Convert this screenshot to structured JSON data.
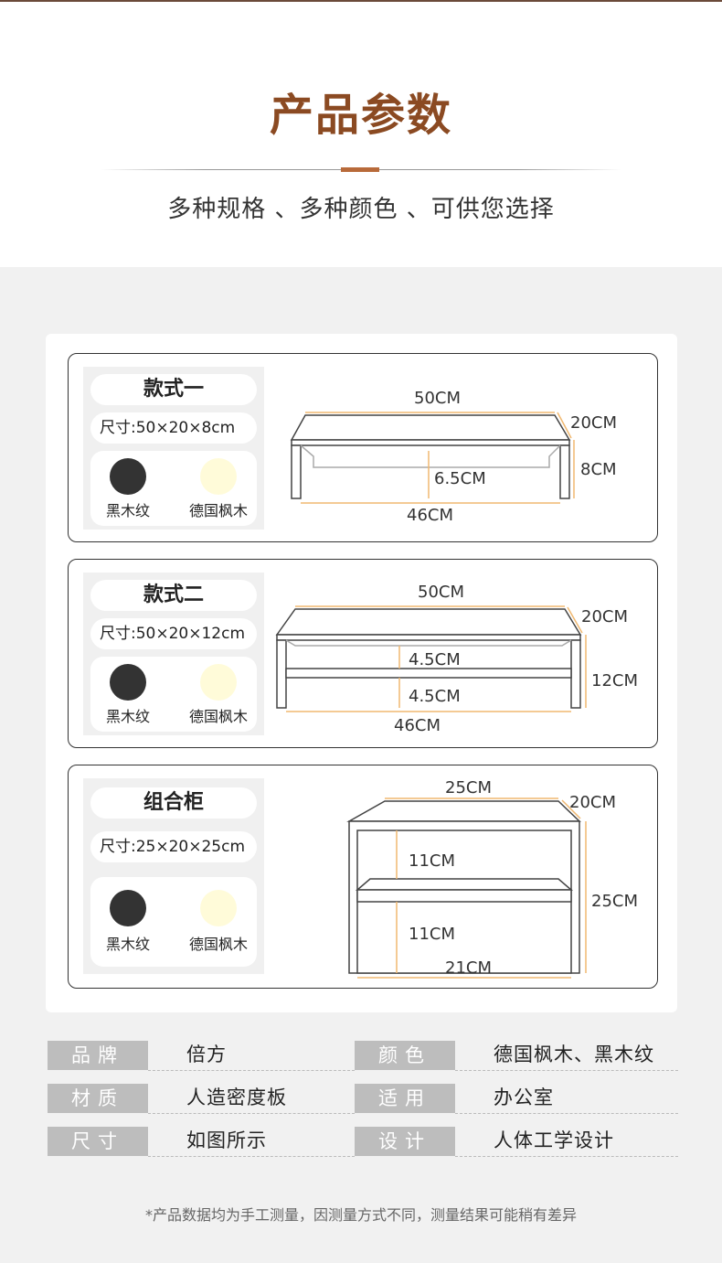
{
  "header": {
    "title": "产品参数",
    "subtitle": "多种规格 、多种颜色 、可供您选择"
  },
  "colors": {
    "title": "#8b4a22",
    "accent": "#b86a3a",
    "black_wood": "#333333",
    "maple": "#fffbd9",
    "dimension_line": "#f0b870"
  },
  "products": [
    {
      "name": "款式一",
      "size": "尺寸:50×20×8cm",
      "swatches": [
        "黑木纹",
        "德国枫木"
      ],
      "dims": {
        "length": "50CM",
        "depth": "20CM",
        "height": "8CM",
        "inner_height": "6.5CM",
        "inner_width": "46CM"
      }
    },
    {
      "name": "款式二",
      "size": "尺寸:50×20×12cm",
      "swatches": [
        "黑木纹",
        "德国枫木"
      ],
      "dims": {
        "length": "50CM",
        "depth": "20CM",
        "height": "12CM",
        "inner_height_1": "4.5CM",
        "inner_height_2": "4.5CM",
        "inner_width": "46CM"
      }
    },
    {
      "name": "组合柜",
      "size": "尺寸:25×20×25cm",
      "swatches": [
        "黑木纹",
        "德国枫木"
      ],
      "dims": {
        "length": "25CM",
        "depth": "20CM",
        "height": "25CM",
        "inner_height_1": "11CM",
        "inner_height_2": "11CM",
        "inner_width": "21CM"
      }
    }
  ],
  "specs": [
    {
      "label": "品牌",
      "value": "倍方",
      "label2": "颜色",
      "value2": "德国枫木、黑木纹"
    },
    {
      "label": "材质",
      "value": "人造密度板",
      "label2": "适用",
      "value2": "办公室"
    },
    {
      "label": "尺寸",
      "value": "如图所示",
      "label2": "设计",
      "value2": "人体工学设计"
    }
  ],
  "note": "*产品数据均为手工测量，因测量方式不同，测量结果可能稍有差异"
}
